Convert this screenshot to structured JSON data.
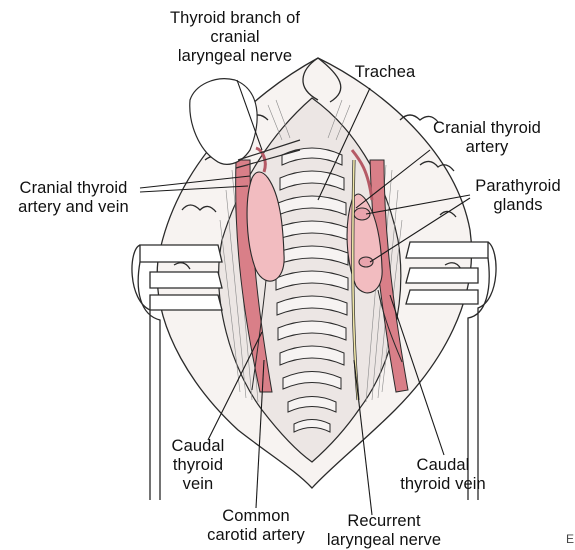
{
  "labels": {
    "thyroid_branch": [
      "Thyroid branch of",
      "cranial",
      "laryngeal nerve"
    ],
    "trachea": [
      "Trachea"
    ],
    "cranial_thyroid_artery": [
      "Cranial thyroid",
      "artery"
    ],
    "cranial_thyroid_artery_vein": [
      "Cranial thyroid",
      "artery and vein"
    ],
    "parathyroid_glands": [
      "Parathyroid",
      "glands"
    ],
    "caudal_thyroid_vein_left": [
      "Caudal",
      "thyroid",
      "vein"
    ],
    "caudal_thyroid_vein_right": [
      "Caudal",
      "thyroid vein"
    ],
    "common_carotid_artery": [
      "Common",
      "carotid artery"
    ],
    "recurrent_laryngeal_nerve": [
      "Recurrent",
      "laryngeal nerve"
    ],
    "edge_fragment": "E"
  },
  "colors": {
    "thyroid": "#f2bcc0",
    "vessel": "#d97f88",
    "line": "#2a2a2a",
    "nerve": "#f0e6a8"
  }
}
